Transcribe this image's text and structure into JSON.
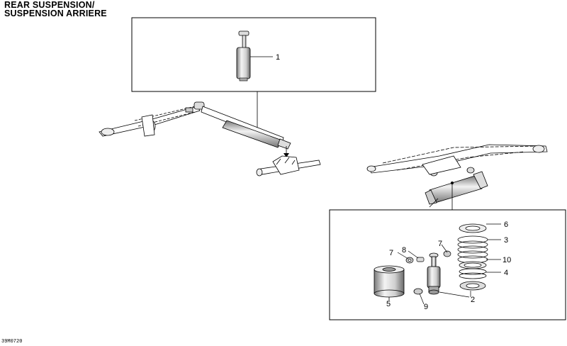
{
  "title": {
    "line1": "REAR SUSPENSION/",
    "line2": "SUSPENSION ARRIERE"
  },
  "reference_code": "39M0720",
  "callouts": {
    "c1": "1",
    "c2": "2",
    "c3": "3",
    "c4": "4",
    "c5": "5",
    "c6": "6",
    "c7a": "7",
    "c7b": "7",
    "c8": "8",
    "c9": "9",
    "c10": "10"
  }
}
